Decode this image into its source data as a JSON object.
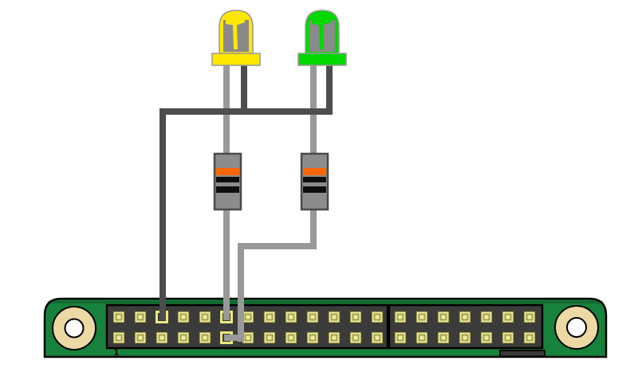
{
  "canvas": {
    "background": "#ffffff"
  },
  "components": {
    "leds": [
      {
        "id": "led-yellow",
        "color_name": "yellow",
        "body_color": "#ffe800",
        "die_color": "#8a8a8a",
        "outline_color": "#999999"
      },
      {
        "id": "led-green",
        "color_name": "green",
        "body_color": "#00d800",
        "die_color": "#8a8a8a",
        "outline_color": "#999999"
      }
    ],
    "resistors": [
      {
        "id": "resistor-1",
        "body_color": "#8c8c8c",
        "outline_color": "#4a4a4a",
        "band_colors": [
          "#ff6600",
          "#0f0f0f",
          "#0f0f0f"
        ]
      },
      {
        "id": "resistor-2",
        "body_color": "#8c8c8c",
        "outline_color": "#4a4a4a",
        "band_colors": [
          "#ff6600",
          "#0f0f0f",
          "#0f0f0f"
        ]
      }
    ],
    "wires": {
      "anode_color": "#999999",
      "cathode_color": "#4d4d4d"
    },
    "board": {
      "pcb_color": "#17823c",
      "outline_color": "#000000",
      "hole_ring_color": "#ecd9a4",
      "hole_center_color": "#ffffff",
      "bottom_component_color": "#3a3a3a",
      "header": {
        "color": "#3b3b3b",
        "outline_color": "#000000",
        "pin_color": "#eded9e",
        "pin_inner_color": "#a3a050",
        "pin_edge_color": "#55521a",
        "connected_pin_color": "#e9e97f",
        "rows": 2,
        "cols": 20,
        "pin1_label": "1",
        "connected_pins": [
          {
            "row": "top",
            "col": 3
          },
          {
            "row": "top",
            "col": 6
          },
          {
            "row": "bottom",
            "col": 6
          }
        ]
      }
    },
    "connections": [
      {
        "from": "led-yellow-anode",
        "via": "resistor-1",
        "to": "header-top-row-pin-6"
      },
      {
        "from": "led-green-anode",
        "via": "resistor-2",
        "to": "header-bottom-row-pin-6"
      },
      {
        "from": "led-yellow-cathode-and-led-green-cathode",
        "via": "shared-bus-wire",
        "to": "header-top-row-pin-3"
      }
    ]
  }
}
